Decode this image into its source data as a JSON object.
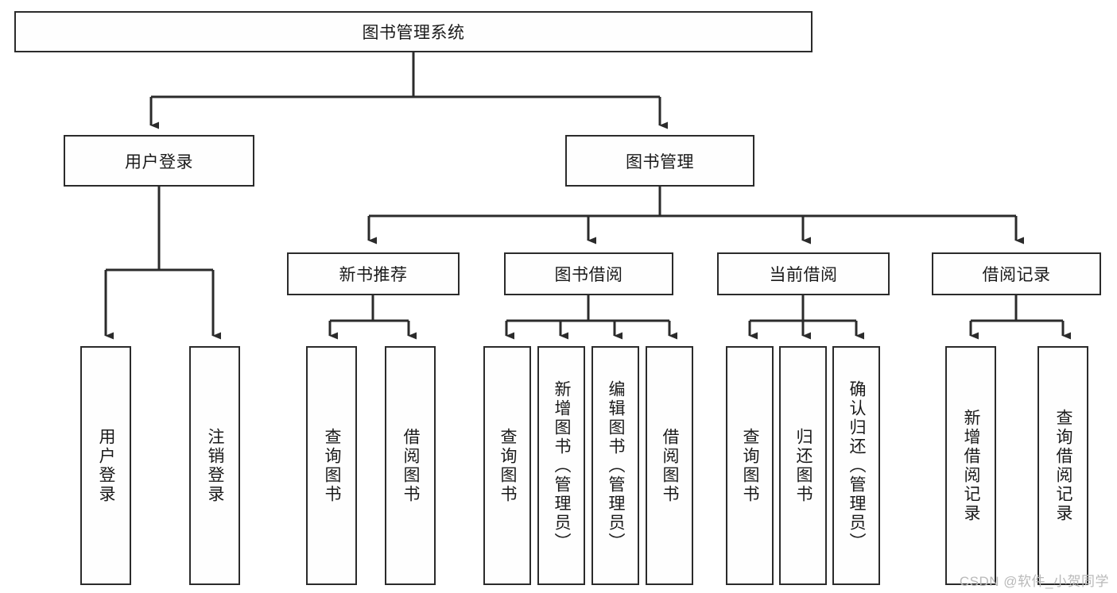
{
  "diagram": {
    "type": "tree",
    "title": "图书管理系统",
    "root": {
      "id": "root",
      "label": "图书管理系统"
    },
    "level1": [
      {
        "id": "user-login",
        "label": "用户登录"
      },
      {
        "id": "book-manage",
        "label": "图书管理"
      }
    ],
    "level2": [
      {
        "id": "new-book-rec",
        "label": "新书推荐",
        "parent": "book-manage"
      },
      {
        "id": "book-borrow",
        "label": "图书借阅",
        "parent": "book-manage"
      },
      {
        "id": "current-borrow",
        "label": "当前借阅",
        "parent": "book-manage"
      },
      {
        "id": "borrow-record",
        "label": "借阅记录",
        "parent": "book-manage"
      }
    ],
    "leaves": [
      {
        "id": "leaf-user-login",
        "label": "用户登录",
        "parent": "user-login"
      },
      {
        "id": "leaf-user-logout",
        "label": "注销登录",
        "parent": "user-login"
      },
      {
        "id": "leaf-rec-query",
        "label": "查询图书",
        "parent": "new-book-rec"
      },
      {
        "id": "leaf-rec-borrow",
        "label": "借阅图书",
        "parent": "new-book-rec"
      },
      {
        "id": "leaf-borrow-query",
        "label": "查询图书",
        "parent": "book-borrow"
      },
      {
        "id": "leaf-borrow-add",
        "label": "新增图书（管理员）",
        "parent": "book-borrow"
      },
      {
        "id": "leaf-borrow-edit",
        "label": "编辑图书（管理员）",
        "parent": "book-borrow"
      },
      {
        "id": "leaf-borrow-do",
        "label": "借阅图书",
        "parent": "book-borrow"
      },
      {
        "id": "leaf-cur-query",
        "label": "查询图书",
        "parent": "current-borrow"
      },
      {
        "id": "leaf-cur-return",
        "label": "归还图书",
        "parent": "current-borrow"
      },
      {
        "id": "leaf-cur-confirm",
        "label": "确认归还（管理员）",
        "parent": "current-borrow"
      },
      {
        "id": "leaf-rec-add",
        "label": "新增借阅记录",
        "parent": "borrow-record"
      },
      {
        "id": "leaf-rec-query2",
        "label": "查询借阅记录",
        "parent": "borrow-record"
      }
    ],
    "colors": {
      "box_border": "#2b2b2b",
      "box_fill": "#fefefe",
      "edge": "#2b2b2b",
      "text": "#1a1a1a",
      "background": "#ffffff",
      "watermark": "#b9b9b9"
    }
  },
  "watermark": {
    "text": "CSDN @软件_小贺同学"
  }
}
